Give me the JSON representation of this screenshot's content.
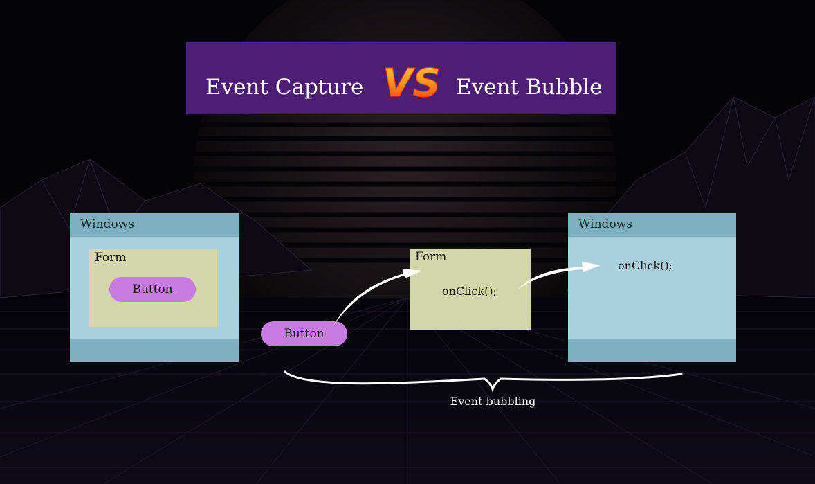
{
  "title": {
    "left": "Event Capture",
    "vs": "VS",
    "right": "Event Bubble"
  },
  "left_diagram": {
    "window_label": "Windows",
    "form_label": "Form",
    "button_label": "Button"
  },
  "middle": {
    "button_label": "Button",
    "form_label": "Form",
    "handler": "onClick();"
  },
  "right_window": {
    "window_label": "Windows",
    "handler": "onClick();"
  },
  "caption": "Event bubbling",
  "colors": {
    "title_bar": "#4d1f74",
    "window": "#a9d0dc",
    "window_bar": "#7fb0bf",
    "form": "#d3d6ab",
    "button": "#c77be0",
    "vs_gradient_top": "#ffb800",
    "vs_gradient_bottom": "#ff2b1c"
  }
}
